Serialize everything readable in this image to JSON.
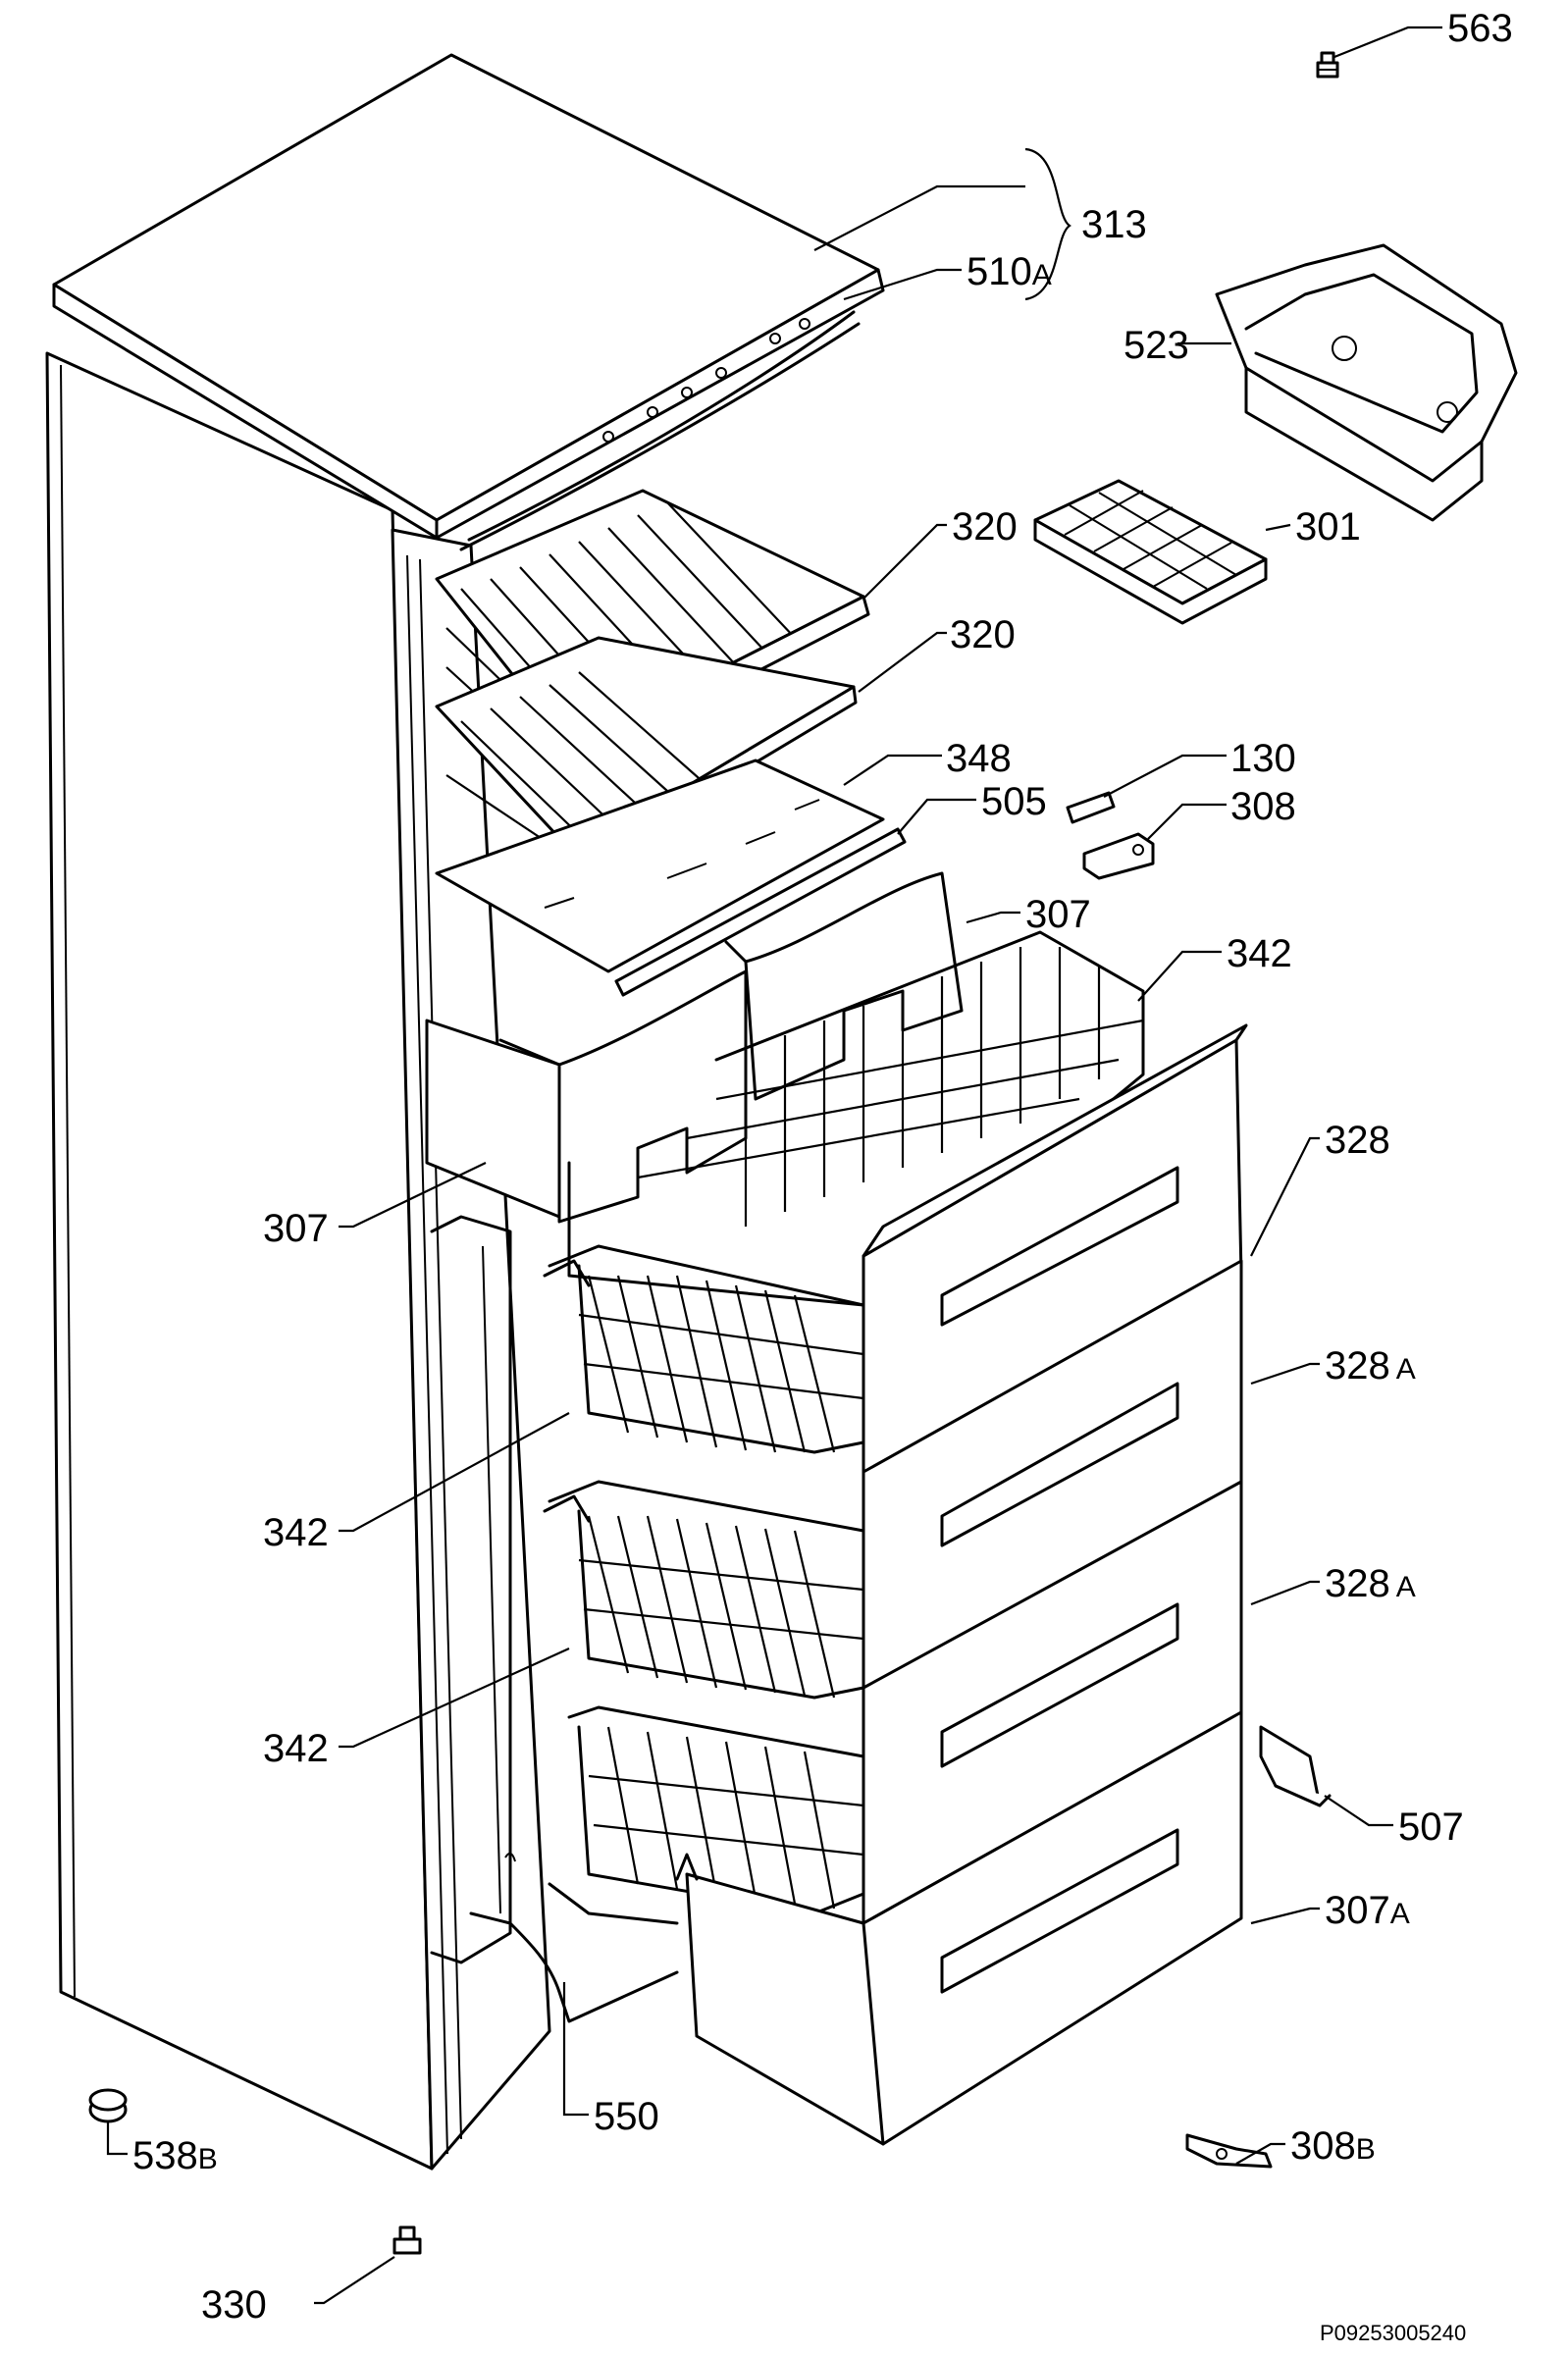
{
  "parts": [
    {
      "id": "563",
      "suffix": ""
    },
    {
      "id": "313",
      "suffix": ""
    },
    {
      "id": "510",
      "suffix": "A"
    },
    {
      "id": "523",
      "suffix": ""
    },
    {
      "id": "320",
      "suffix": ""
    },
    {
      "id": "301",
      "suffix": ""
    },
    {
      "id": "320",
      "suffix": ""
    },
    {
      "id": "348",
      "suffix": ""
    },
    {
      "id": "130",
      "suffix": ""
    },
    {
      "id": "505",
      "suffix": ""
    },
    {
      "id": "308",
      "suffix": ""
    },
    {
      "id": "307",
      "suffix": ""
    },
    {
      "id": "342",
      "suffix": ""
    },
    {
      "id": "328",
      "suffix": ""
    },
    {
      "id": "307",
      "suffix": ""
    },
    {
      "id": "328",
      "suffix": "A"
    },
    {
      "id": "342",
      "suffix": ""
    },
    {
      "id": "328",
      "suffix": "A"
    },
    {
      "id": "342",
      "suffix": ""
    },
    {
      "id": "507",
      "suffix": ""
    },
    {
      "id": "307",
      "suffix": "A"
    },
    {
      "id": "550",
      "suffix": ""
    },
    {
      "id": "538",
      "suffix": "B"
    },
    {
      "id": "308",
      "suffix": "B"
    },
    {
      "id": "330",
      "suffix": ""
    }
  ],
  "drawing_code": "P09253005240"
}
